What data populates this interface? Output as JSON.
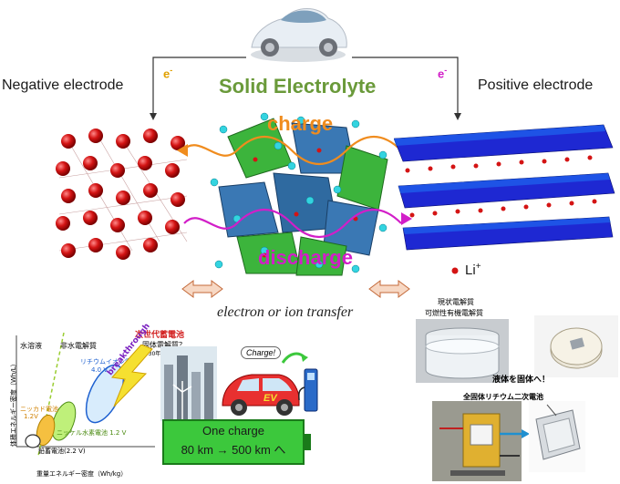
{
  "top": {
    "negative_label": "Negative electrode",
    "positive_label": "Positive electrode",
    "electron_left": "e",
    "electron_right": "e",
    "electron_sup": "-",
    "title": "Solid Electrolyte",
    "charge": "charge",
    "discharge": "discharge",
    "li_label": "Li",
    "li_sup": "+",
    "transfer_caption": "electron or ion transfer"
  },
  "colors": {
    "title_green": "#6a9a3a",
    "charge_orange": "#f08c1e",
    "discharge_magenta": "#d21ec8",
    "electron_left": "#e0a000",
    "electron_right": "#d21ec8",
    "sphere_red": "#d41414",
    "crystal_blue": "#3a78b4",
    "crystal_green": "#3cb43c",
    "positive_blue": "#1e28d2",
    "battery_green": "#3cc83c"
  },
  "graph": {
    "label_aqueous": "水溶液",
    "label_nonaqueous": "非水電解質",
    "label_next_gen": "次世代蓄電池",
    "label_solid": "固体電解質？",
    "label_li_ion": "リチウムイオン電池",
    "label_li_ion_v": "4.0 V",
    "label_ni_mh": "ニッケル水素電池 1.2 V",
    "label_nicd": "ニッカド電池",
    "label_nicd_v": "1.2V",
    "label_lead": "鉛蓄電池(2.2 V)",
    "label_breakthrough": "breakthrough",
    "label_year": "2030年？",
    "x_axis": "重量エネルギー密度（Wh/kg）",
    "y_axis": "体積エネルギー密度（Wh/L）",
    "car_label": "EV",
    "charge_bubble": "Charge!",
    "battery_line1": "One charge",
    "battery_line2": "80 km → 500 km へ"
  },
  "photos": {
    "label_current": "現状電解質",
    "label_flammable": "可燃性有機電解質",
    "label_to_solid": "液体を固体へ！",
    "label_all_solid": "全固体リチウム二次電池"
  }
}
